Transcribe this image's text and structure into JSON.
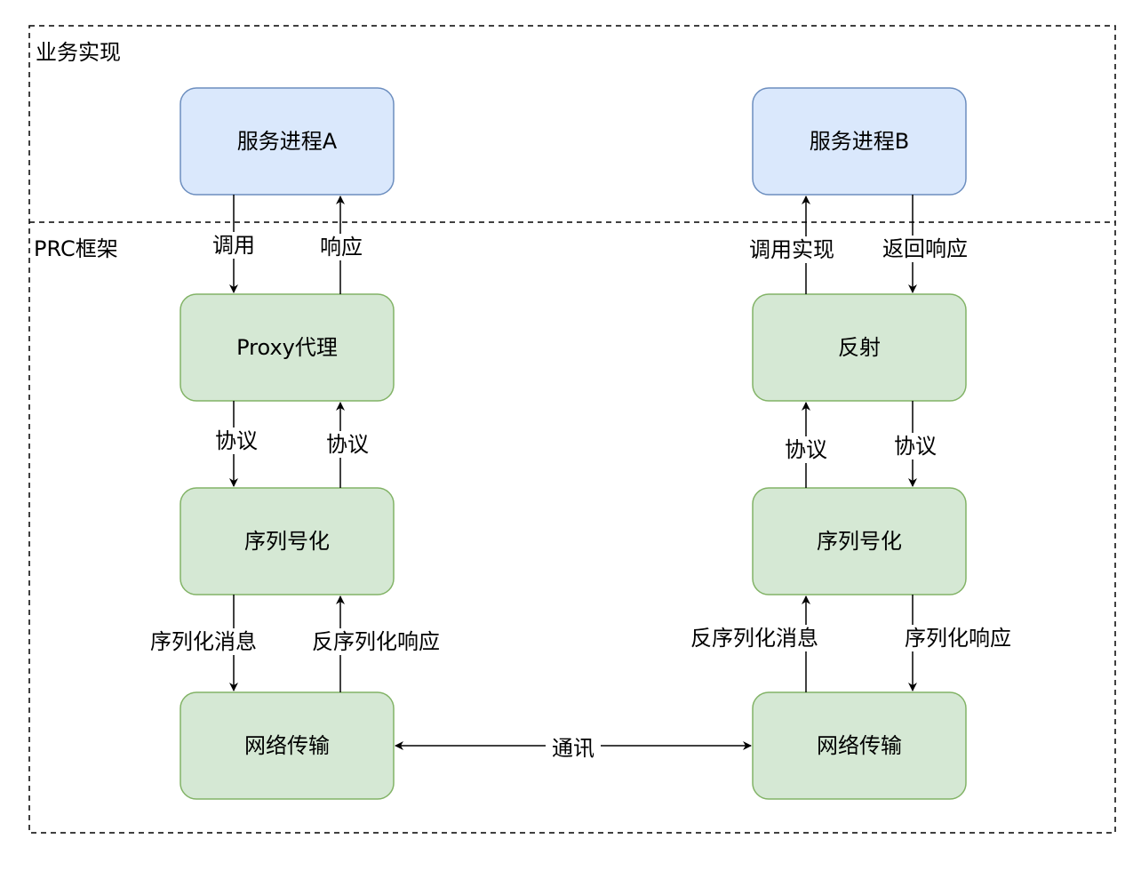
{
  "regions": {
    "business": {
      "label": "业务实现"
    },
    "framework": {
      "label": "PRC框架"
    }
  },
  "nodes": {
    "service_a": "服务进程A",
    "service_b": "服务进程B",
    "proxy": "Proxy代理",
    "reflect": "反射",
    "serialize_a": "序列号化",
    "serialize_b": "序列号化",
    "network_a": "网络传输",
    "network_b": "网络传输"
  },
  "edges": {
    "a_call": "调用",
    "a_response": "响应",
    "a_proto_down": "协议",
    "a_proto_up": "协议",
    "a_ser_msg": "序列化消息",
    "a_deser_resp": "反序列化响应",
    "b_impl_call": "调用实现",
    "b_return_resp": "返回响应",
    "b_proto_up": "协议",
    "b_proto_down": "协议",
    "b_deser_msg": "反序列化消息",
    "b_ser_resp": "序列化响应",
    "comm": "通讯"
  },
  "colors": {
    "blue_fill": "#dae8fc",
    "blue_stroke": "#6c8ebf",
    "green_fill": "#d5e8d4",
    "green_stroke": "#82b366",
    "line": "#000000"
  }
}
